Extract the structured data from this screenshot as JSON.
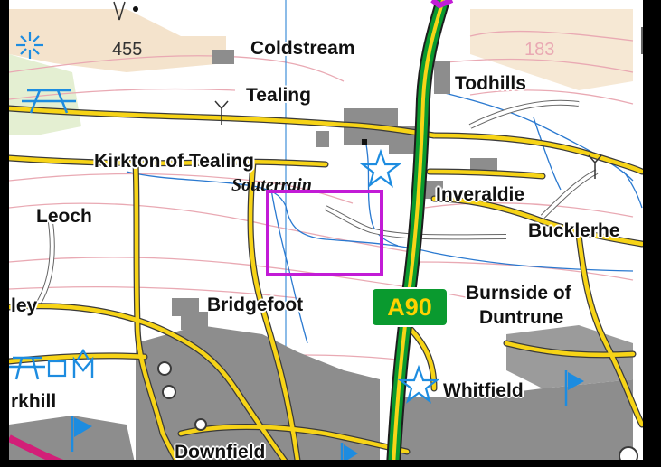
{
  "map": {
    "places": {
      "coldstream": "Coldstream",
      "tealing": "Tealing",
      "todhills": "Todhills",
      "kirkton_of_tealing": "Kirkton of Tealing",
      "souterrain": "Souterrain",
      "inveraldie": "Inveraldie",
      "leoch": "Leoch",
      "bucklerhe": "Bucklerhe",
      "ley": "ley",
      "bridgefoot": "Bridgefoot",
      "burnside_of_duntrune_1": "Burnside of",
      "burnside_of_duntrune_2": "Duntrune",
      "rkhill": "rkhill",
      "whitfield": "Whitfield",
      "downfield": "Downfield"
    },
    "spot_heights": {
      "h455": "455",
      "h183": "183"
    },
    "road_label": "A90",
    "colors": {
      "road_yellow": "#f7d417",
      "road_green": "#0a9a2f",
      "contour": "#e9a9b3",
      "stream": "#2a79d0",
      "urban": "#8d8d8d",
      "selection": "#c21bd6",
      "symbol_blue": "#1d8ce0"
    }
  }
}
